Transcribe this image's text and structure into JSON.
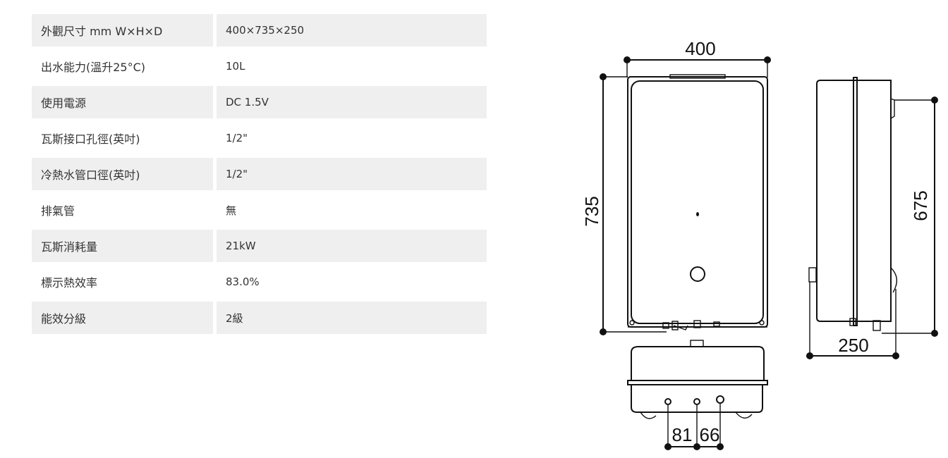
{
  "specs": [
    {
      "label": "外觀尺寸 mm W×H×D",
      "value": "400×735×250"
    },
    {
      "label": "出水能力(溫升25°C)",
      "value": "10L"
    },
    {
      "label": "使用電源",
      "value": "DC 1.5V"
    },
    {
      "label": "瓦斯接口孔徑(英吋)",
      "value": "1/2\""
    },
    {
      "label": "冷熱水管口徑(英吋)",
      "value": "1/2\""
    },
    {
      "label": "排氣管",
      "value": "無"
    },
    {
      "label": "瓦斯消耗量",
      "value": "21kW"
    },
    {
      "label": "標示熱效率",
      "value": "83.0%"
    },
    {
      "label": "能效分級",
      "value": "2級"
    }
  ],
  "diagram": {
    "width": "400",
    "height": "735",
    "depth": "250",
    "side_height": "675",
    "pipe_spacing_1": "81",
    "pipe_spacing_2": "66"
  }
}
